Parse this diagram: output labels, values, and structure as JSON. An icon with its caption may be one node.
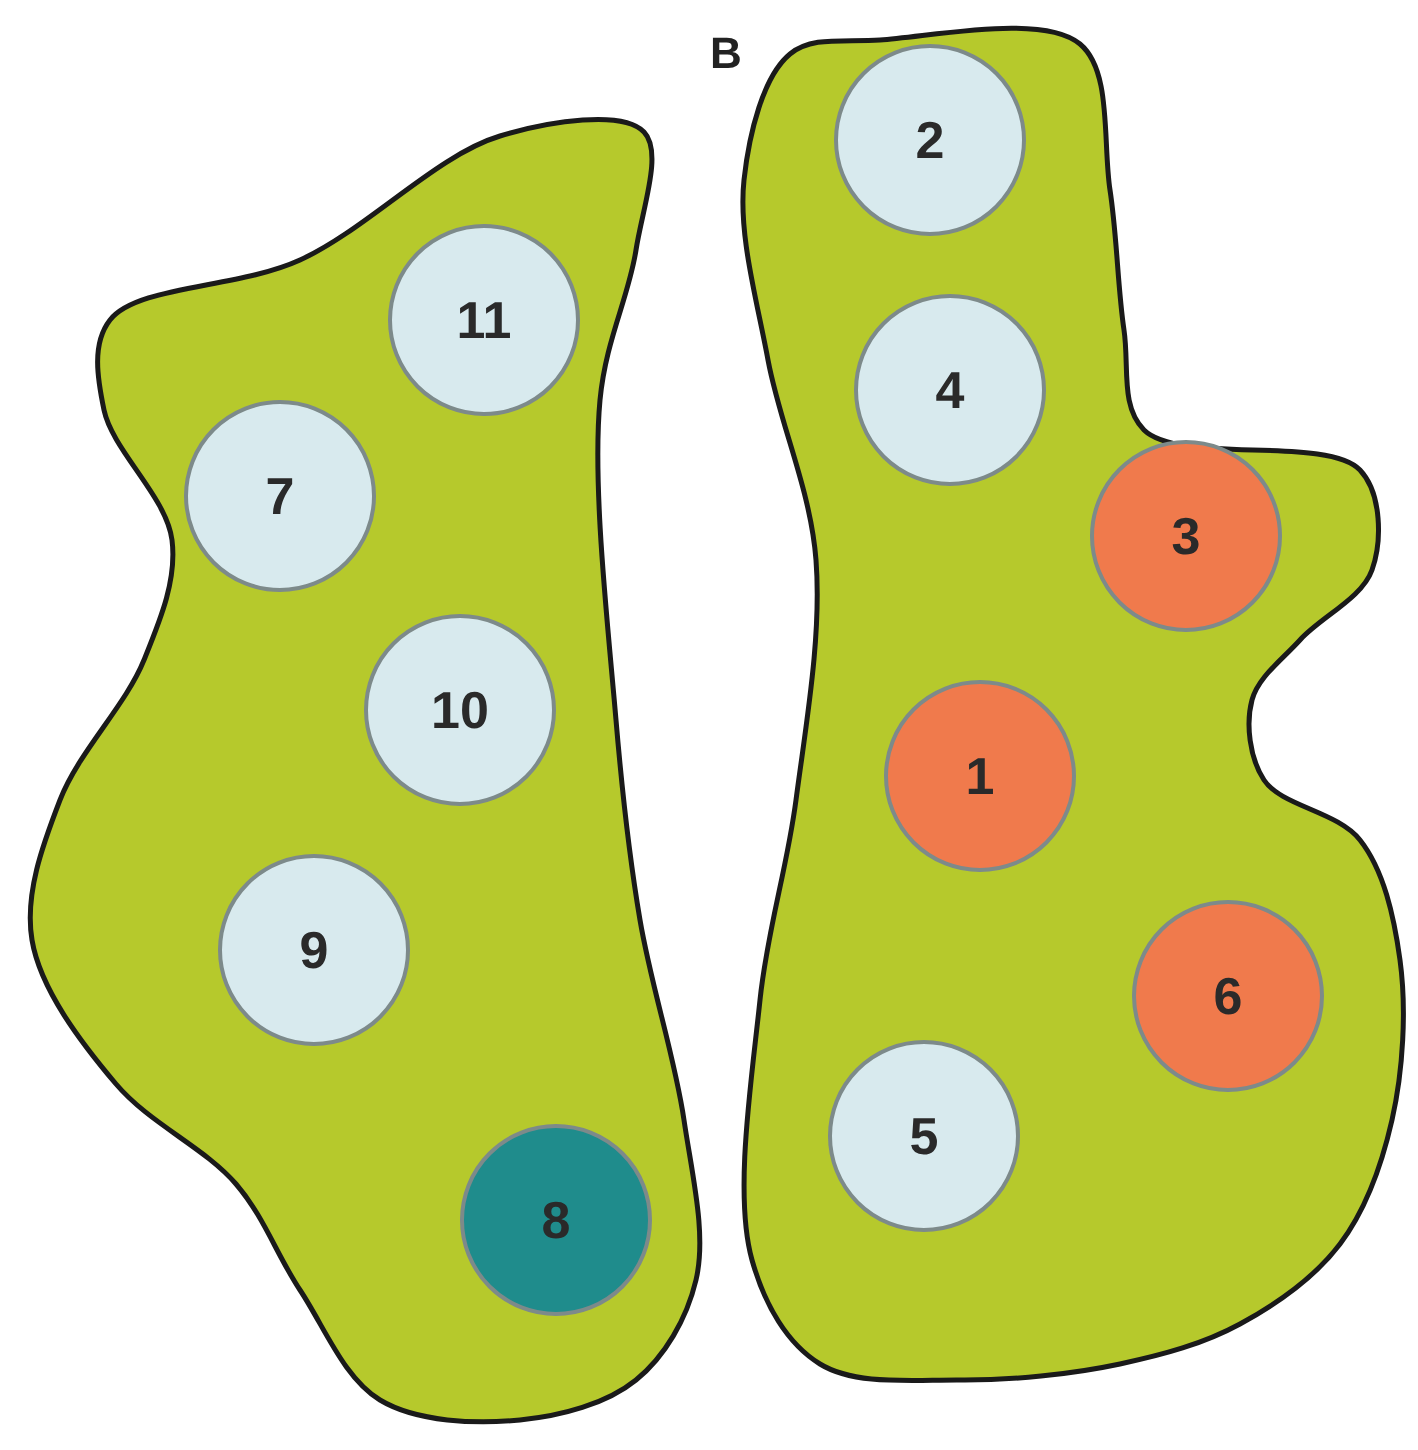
{
  "diagram": {
    "nodes": [
      {
        "text": [],
        "shape": "blob"
      },
      {
        "text": [
          "11"
        ],
        "in": 0
      },
      {
        "text": [
          "7"
        ],
        "in": 0
      },
      {
        "text": [
          "10"
        ],
        "in": 0
      },
      {
        "text": [
          "9"
        ],
        "in": 0
      },
      {
        "text": [
          "8"
        ],
        "in": 0
      },
      {
        "text": [],
        "shape": "blob"
      },
      {
        "text": [
          "2"
        ],
        "in": 6
      },
      {
        "text": [
          "4"
        ],
        "in": 6
      },
      {
        "text": [
          "3"
        ],
        "in": 6
      },
      {
        "text": [
          "1"
        ],
        "in": 6
      },
      {
        "text": [
          "6"
        ],
        "in": 6
      },
      {
        "text": [
          "5"
        ],
        "in": 6
      }
    ],
    "labels": [
      "B"
    ]
  }
}
